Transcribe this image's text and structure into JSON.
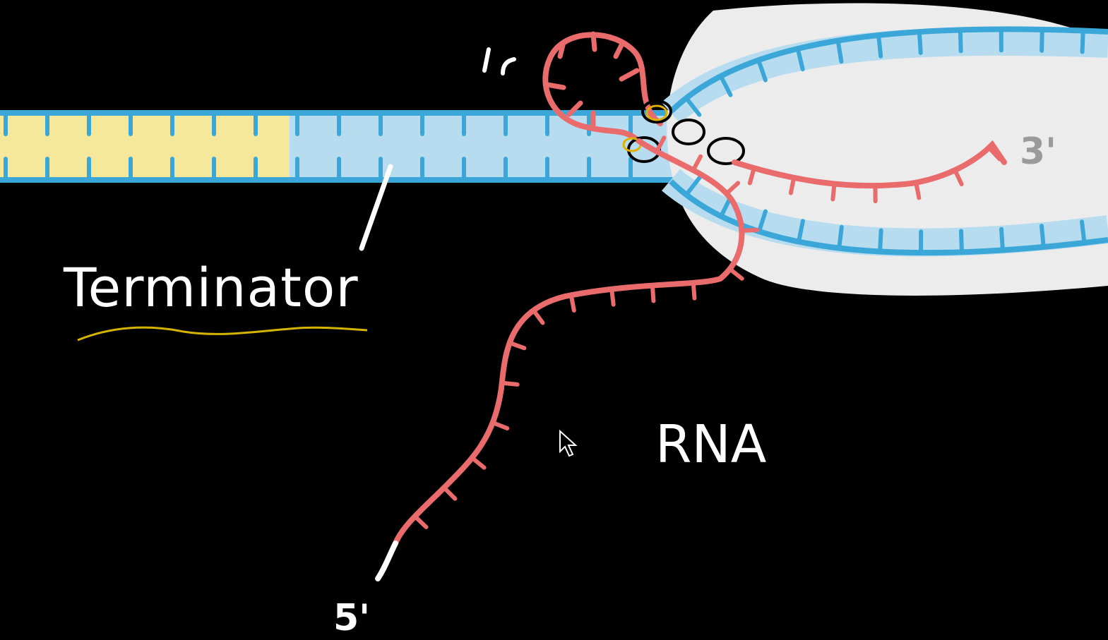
{
  "labels": {
    "terminator": "Terminator",
    "rna": "RNA",
    "five_prime": "5'",
    "three_prime": "3'"
  },
  "colors": {
    "background": "#000000",
    "dna_strand": "#3aa7d8",
    "dna_fill": "#b7dcef",
    "terminator_region": "#f6e89a",
    "rna_strand": "#ea6b6b",
    "polymerase": "#ececec",
    "underline": "#d4b400",
    "hairpin_circles": "#000000"
  },
  "icons": [
    "mouse-cursor-icon"
  ]
}
